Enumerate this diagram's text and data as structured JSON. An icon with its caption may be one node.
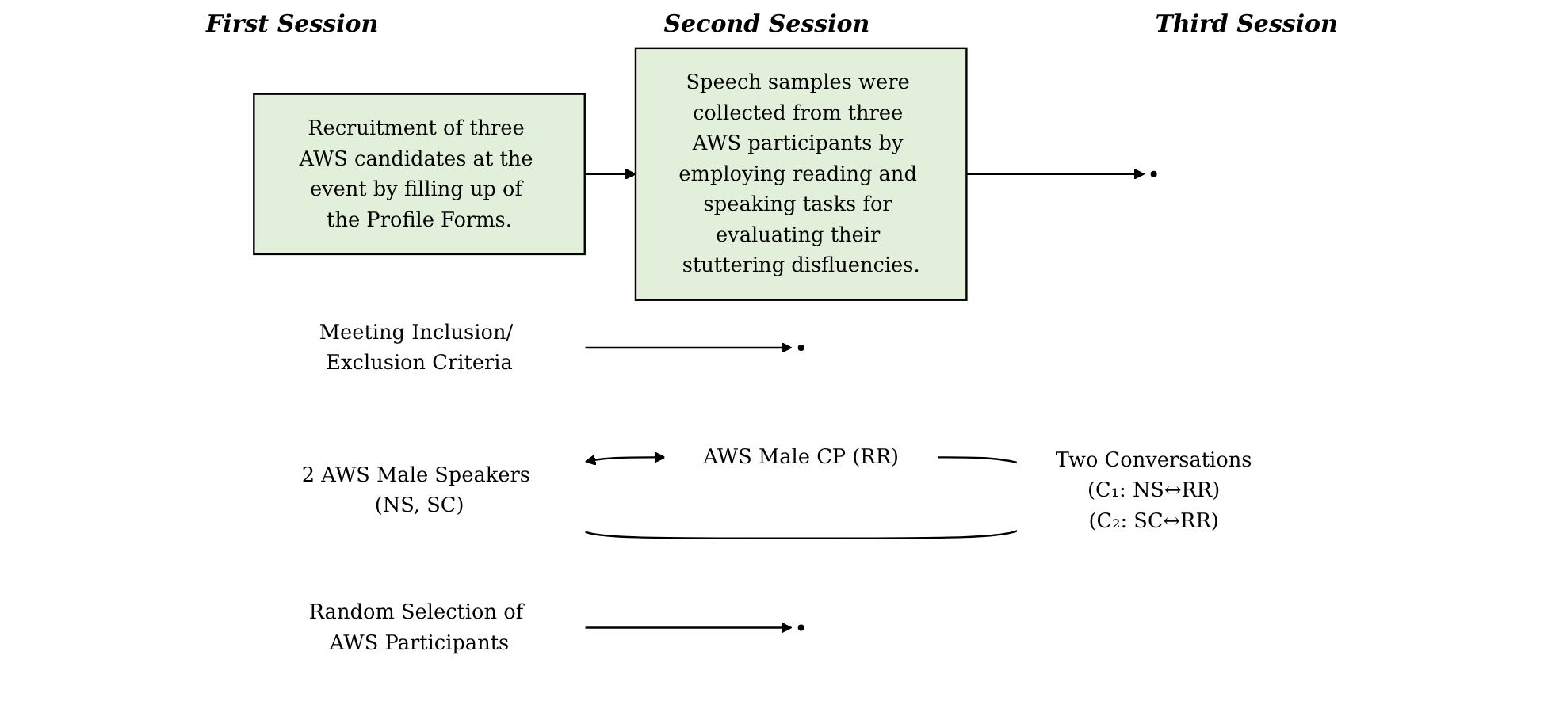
{
  "diagram": {
    "nodes": [
      {
        "text": [
          "Recruitment of three AWS candidates at the event by filling up of the Profile Forms."
        ]
      },
      {
        "text": [
          "Speech samples were collected from three AWS participants by employing reading and speaking tasks for evaluating their stuttering disfluencies."
        ]
      },
      {
        "text": [
          "Meeting Inclusion/ Exclusion Criteria"
        ]
      },
      {
        "text": [
          "Random Selection of AWS Participants"
        ]
      },
      {
        "text": [
          "2 AWS Male Speakers (NS, SC)"
        ]
      },
      {
        "text": [
          "AWS Male CP (RR)"
        ]
      },
      {
        "text": [
          "Two Conversations",
          "(C₁: NS↔RR)",
          "(C₂: SC↔RR)"
        ]
      }
    ],
    "edges": [
      {
        "from": 0,
        "to": 1,
        "arrow": "to"
      },
      {
        "from": 2,
        "to": null,
        "arrow": "to"
      },
      {
        "from": 1,
        "to": null,
        "arrow": "to"
      },
      {
        "from": 3,
        "to": null,
        "arrow": "to"
      },
      {
        "from": 4,
        "to": 5,
        "arrow": "both"
      },
      {
        "from": 4,
        "to": 6,
        "arrow": "none"
      },
      {
        "from": 5,
        "to": 6,
        "arrow": "none"
      }
    ],
    "labels": [
      "First Session",
      "Second Session",
      "Third Session"
    ]
  }
}
